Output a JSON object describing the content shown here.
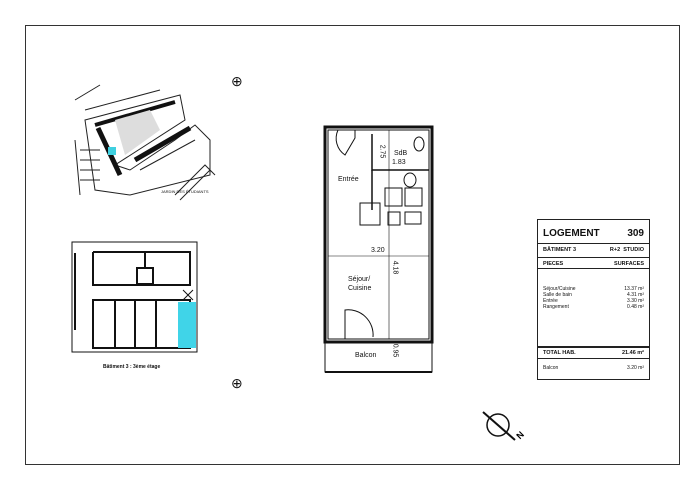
{
  "site_plan": {
    "street_label": "JARDIN DES ÉTUDIANTS",
    "highlight_color": "#3fd0e0"
  },
  "building_plan": {
    "caption": "Bâtiment 3 : 3ème étage",
    "highlight_color": "#40d4e8"
  },
  "floor_plan": {
    "rooms": {
      "entree": "Entrée",
      "sdb": "SdB",
      "sdb_area": "1.83",
      "sejour_line1": "Séjour/",
      "sejour_line2": "Cuisine",
      "balcon": "Balcon"
    },
    "dimensions": {
      "width": "3.20",
      "entree_depth": "2.75",
      "sejour_depth": "4.18",
      "balcon_depth": "0.95"
    }
  },
  "icons": [
    "compass-rose-icon",
    "compass-rose-icon",
    "north-arrow-icon"
  ],
  "table": {
    "title": "LOGEMENT",
    "number": "309",
    "building": "BÂTIMENT 3",
    "level": "R+2",
    "type": "STUDIO",
    "col_rooms": "PIECES",
    "col_surfaces": "SURFACES",
    "rows": [
      {
        "room": "Séjour/Cuisine",
        "area": "13.37 m²"
      },
      {
        "room": "Salle de bain",
        "area": "4.31 m²"
      },
      {
        "room": "Entrée",
        "area": "3.30 m²"
      },
      {
        "room": "Rangement",
        "area": "0.48 m²"
      }
    ],
    "total_label": "TOTAL HAB.",
    "total_value": "21.46 m²",
    "balcon_label": "Balcon",
    "balcon_value": "3.20 m²"
  }
}
